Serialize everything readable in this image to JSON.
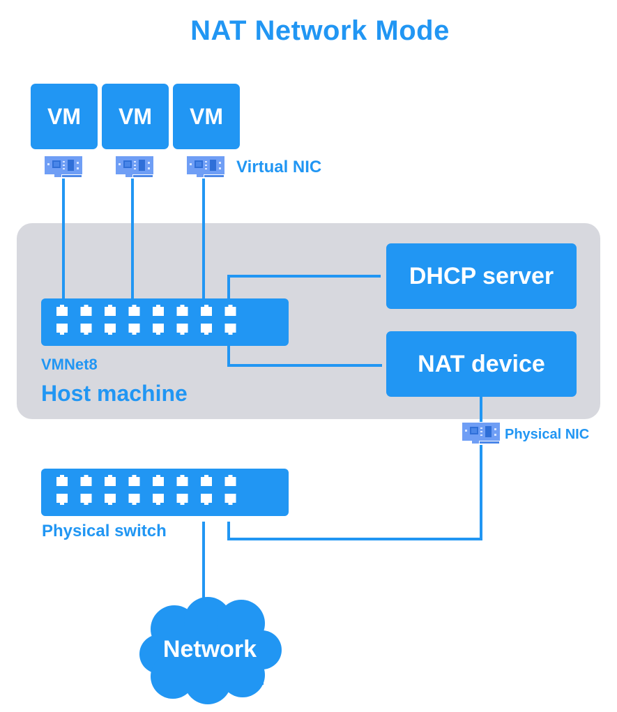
{
  "title": "NAT Network Mode",
  "vms": [
    {
      "label": "VM"
    },
    {
      "label": "VM"
    },
    {
      "label": "VM"
    }
  ],
  "virtual_nic_label": "Virtual NIC",
  "host": {
    "label": "Host machine",
    "vswitch_label": "VMNet8",
    "dhcp_label": "DHCP server",
    "nat_label": "NAT device"
  },
  "physical_nic_label": "Physical NIC",
  "physical_switch_label": "Physical switch",
  "network_label": "Network",
  "switch_ports_per_row": 8,
  "colors": {
    "accent": "#2196f3",
    "host_background": "#d7d8de",
    "nic": "#6f9ef5"
  }
}
